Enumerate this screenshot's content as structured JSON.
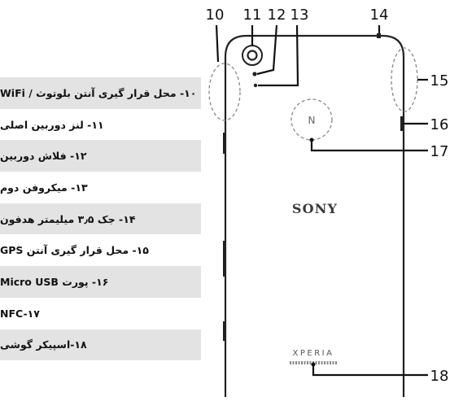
{
  "legend": {
    "items": [
      "۱۰- محل قرار گیری آنتن بلوتوث / WiFi",
      "۱۱- لنز دوربین اصلی",
      "۱۲- فلاش دوربین",
      "۱۳- میکروفن دوم",
      "۱۴- جک ۳٫۵ میلیمتر هدفون",
      "۱۵- محل قرار گیری آنتن GPS",
      "۱۶- پورت Micro USB",
      "NFC-۱۷",
      "۱۸-اسپیکر گوشی"
    ]
  },
  "diagram": {
    "callouts": [
      "10",
      "11",
      "12",
      "13",
      "14",
      "15",
      "16",
      "17",
      "18"
    ],
    "brand_text": "SONY",
    "model_text": "XPERIA",
    "nfc_mark": "N"
  }
}
